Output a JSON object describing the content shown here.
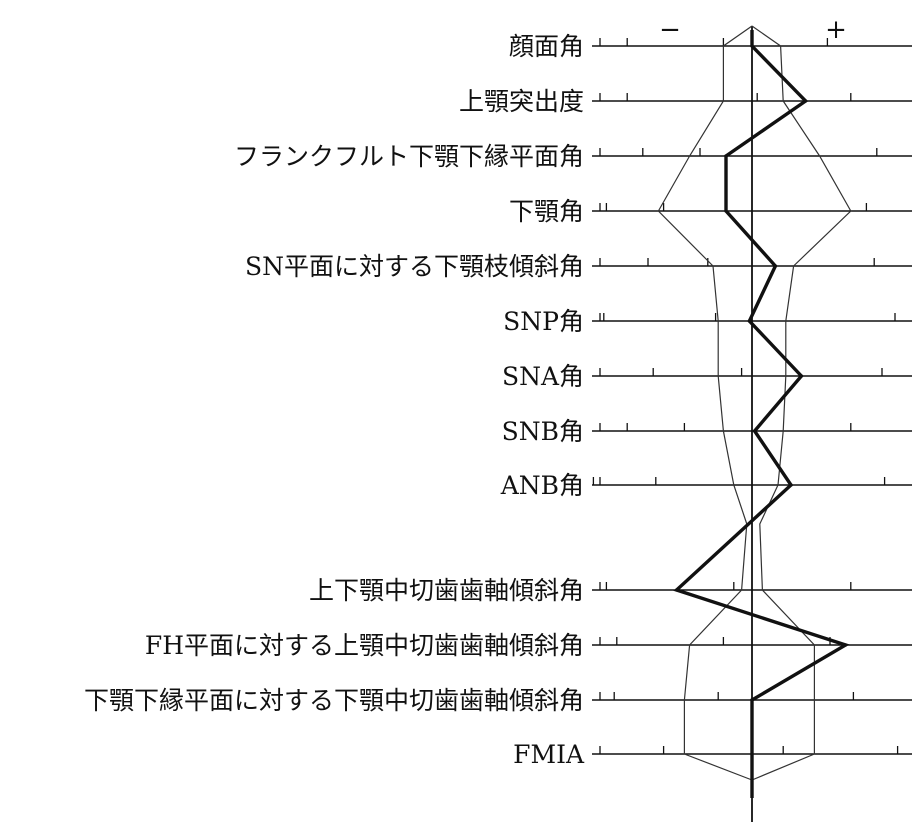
{
  "chart_data": {
    "type": "line",
    "title": "",
    "xlabel": "",
    "ylabel": "",
    "axis_signs": {
      "negative": "−",
      "positive": "+"
    },
    "grid": false,
    "legend": "none",
    "colors": {
      "profile": "#111111",
      "band": "#333333",
      "axis": "#111111",
      "background": "#ffffff"
    },
    "row_groups": [
      [
        "顔面角",
        "上顎突出度",
        "フランクフルト下顎下縁平面角",
        "下顎角",
        "SN平面に対する下顎枝傾斜角",
        "SNP角",
        "SNA角",
        "SNB角",
        "ANB角"
      ],
      [
        "上下顎中切歯歯軸傾斜角",
        "FH平面に対する上顎中切歯歯軸傾斜角",
        "下顎下縁平面に対する下顎中切歯歯軸傾斜角",
        "FMIA"
      ]
    ],
    "deviation_range": [
      -3,
      3
    ],
    "series": [
      {
        "role": "patient",
        "values": [
          0,
          1.03,
          -0.5,
          -0.5,
          0.45,
          -0.05,
          0.95,
          0.05,
          0.75,
          -1.45,
          1.8,
          0,
          0
        ]
      },
      {
        "role": "band_lower",
        "values": [
          -0.55,
          -0.55,
          -1.2,
          -1.8,
          -0.75,
          -0.65,
          -0.65,
          -0.55,
          -0.35,
          -0.2,
          -1.2,
          -1.3,
          -1.3
        ]
      },
      {
        "role": "band_upper",
        "values": [
          0.55,
          0.6,
          1.3,
          1.9,
          0.8,
          0.65,
          0.65,
          0.6,
          0.5,
          0.2,
          1.2,
          1.2,
          1.2
        ]
      }
    ],
    "band_narrow_point": {
      "between_groups": true,
      "lower": -0.1,
      "upper": 0.15
    },
    "tick_offsets": [
      [
        -2.4,
        -0.55,
        1.45
      ],
      [
        -2.4,
        0.1,
        1.9
      ],
      [
        -2.1,
        -1.0,
        2.4
      ],
      [
        -2.8,
        -1.7,
        2.2
      ],
      [
        -2.0,
        -0.85,
        2.35
      ],
      [
        -2.85,
        -0.7,
        2.75
      ],
      [
        -1.9,
        -0.2,
        2.5
      ],
      [
        -2.4,
        -1.3,
        1.9
      ],
      [
        -3.05,
        -1.85,
        2.55
      ],
      [
        -2.8,
        -0.35,
        1.9
      ],
      [
        -2.6,
        -0.55,
        1.5
      ],
      [
        -2.65,
        -0.65,
        1.95
      ],
      [
        -1.7,
        0.6,
        2.8
      ]
    ]
  }
}
